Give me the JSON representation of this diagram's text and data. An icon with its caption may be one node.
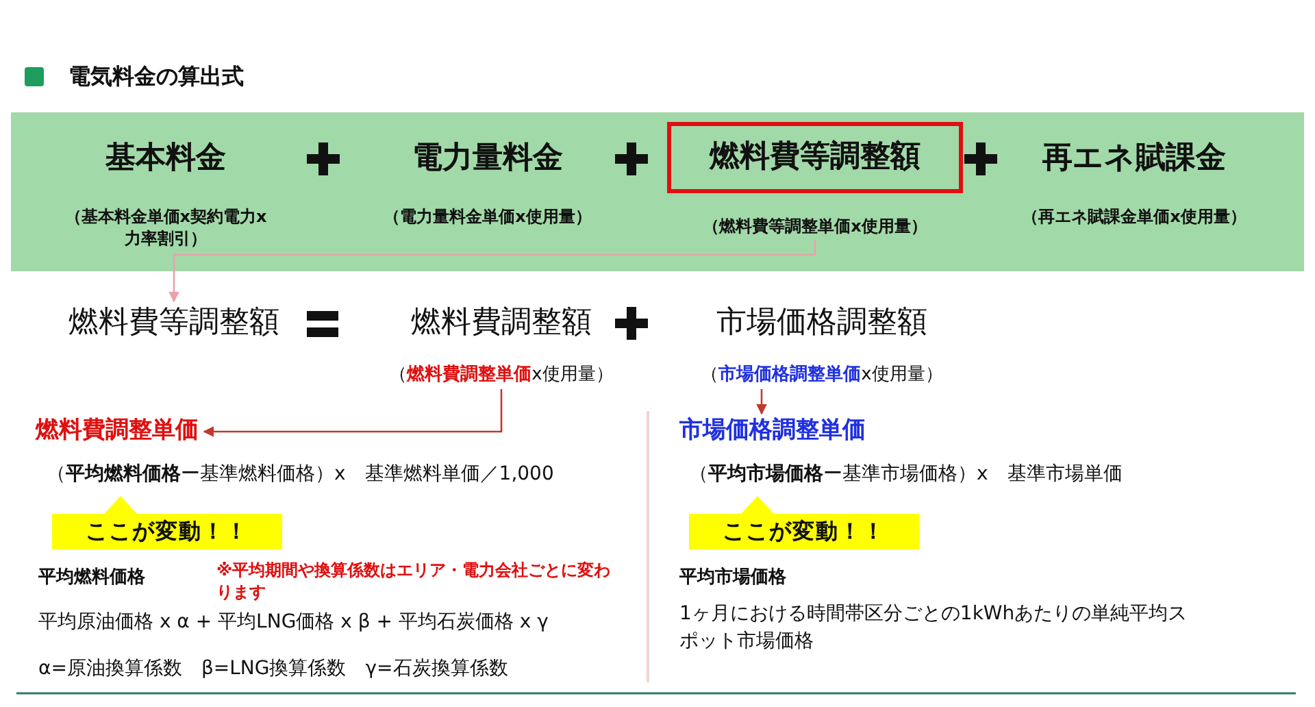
{
  "diagram": {
    "title": "電気料金の算出式",
    "nodes": [
      {
        "text": [],
        "shape": "box"
      },
      {
        "text": [
          "基本料金",
          "（基本料金単価x契約電力x力率割引）"
        ],
        "in": 0
      },
      {
        "text": [
          "電力量料金",
          "（電力量料金単価x使用量）"
        ],
        "in": 0
      },
      {
        "text": [
          "燃料費等調整額",
          "（燃料費等調整単価x使用量）"
        ],
        "in": 0
      },
      {
        "text": [
          "再エネ賦課金",
          "（再エネ賦課金単価x使用量）"
        ],
        "in": 0
      },
      {
        "text": [
          "燃料費等調整額"
        ]
      },
      {
        "text": [
          "燃料費調整額",
          "（**燃料費調整単価**x使用量）"
        ]
      },
      {
        "text": [
          "市場価格調整額",
          "（**市場価格調整単価**x使用量）"
        ]
      },
      {
        "text": [
          "燃料費調整単価"
        ]
      },
      {
        "text": [
          "市場価格調整単価"
        ]
      },
      {
        "text": [
          "ここが変動！！"
        ]
      },
      {
        "text": [
          "ここが変動！！"
        ]
      }
    ],
    "edges": [
      {
        "from": 3,
        "to": 5,
        "arrow": "to",
        "color": "#e8a2aa"
      },
      {
        "from": 6,
        "to": 8,
        "arrow": "to"
      },
      {
        "from": 7,
        "to": 9,
        "arrow": "to"
      }
    ],
    "labels": [
      "（**平均燃料価格**ー基準燃料価格）x　基準燃料単価／1,000",
      "（**平均市場価格**ー基準市場価格）x　基準市場単価",
      "平均燃料価格",
      "※平均期間や換算係数はエリア・電力会社ごとに変わります",
      "平均市場価格",
      "平均原油価格 x α + 平均LNG価格 x β + 平均石炭価格 x γ",
      "1ヶ月における時間帯区分ごとの1kWhあたりの単純平均スポット市場価格",
      "α=原油換算係数　β=LNG換算係数　γ=石炭換算係数"
    ]
  }
}
